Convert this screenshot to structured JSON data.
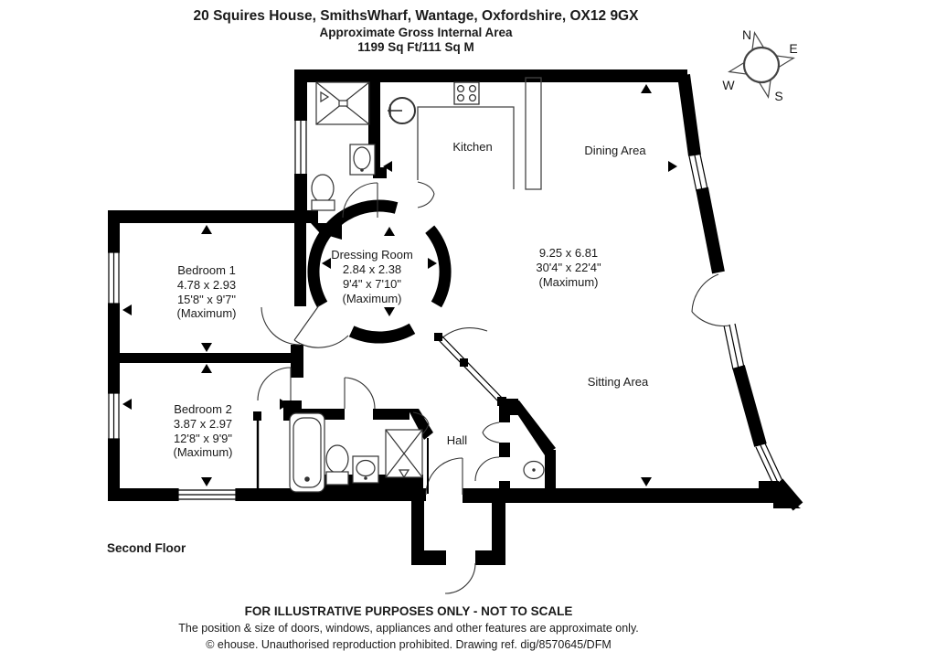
{
  "header": {
    "address": "20 Squires House, SmithsWharf, Wantage, Oxfordshire, OX12 9GX",
    "subtitle": "Approximate Gross Internal Area",
    "area": "1199 Sq Ft/111 Sq M"
  },
  "compass": {
    "n": "N",
    "e": "E",
    "s": "S",
    "w": "W"
  },
  "floor_label": "Second Floor",
  "rooms": {
    "kitchen": {
      "name": "Kitchen"
    },
    "dining": {
      "name": "Dining Area"
    },
    "sitting": {
      "name": "Sitting Area"
    },
    "hall": {
      "name": "Hall"
    },
    "open_plan": {
      "metric": "9.25 x 6.81",
      "imperial": "30'4\" x 22'4\"",
      "qualifier": "(Maximum)"
    },
    "dressing": {
      "name": "Dressing Room",
      "metric": "2.84 x 2.38",
      "imperial": "9'4\" x 7'10\"",
      "qualifier": "(Maximum)"
    },
    "bedroom1": {
      "name": "Bedroom 1",
      "metric": "4.78 x 2.93",
      "imperial": "15'8\" x 9'7\"",
      "qualifier": "(Maximum)"
    },
    "bedroom2": {
      "name": "Bedroom 2",
      "metric": "3.87 x 2.97",
      "imperial": "12'8\" x 9'9\"",
      "qualifier": "(Maximum)"
    }
  },
  "footer": {
    "line1": "FOR ILLUSTRATIVE PURPOSES ONLY - NOT TO SCALE",
    "line2": "The position & size of doors, windows, appliances and other features are approximate only.",
    "line3": "© ehouse. Unauthorised reproduction prohibited. Drawing ref. dig/8570645/DFM"
  }
}
